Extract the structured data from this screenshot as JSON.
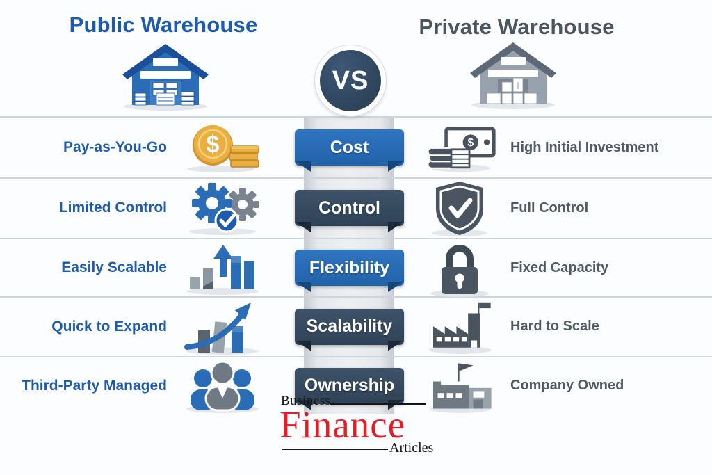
{
  "title_area": {
    "left_title": "Public Warehouse",
    "right_title": "Private Warehouse",
    "vs_label": "VS"
  },
  "rows": [
    {
      "left_label": "Pay-as-You-Go",
      "banner_label": "Cost",
      "right_label": "High Initial Investment",
      "left_icon": "gold-coins-icon",
      "right_icon": "banknote-coin-stack-icon",
      "banner_color": "#2a6cb4"
    },
    {
      "left_label": "Limited Control",
      "banner_label": "Control",
      "right_label": "Full Control",
      "left_icon": "gears-check-icon",
      "right_icon": "shield-check-icon",
      "banner_color": "#37495d"
    },
    {
      "left_label": "Easily Scalable",
      "banner_label": "Flexibility",
      "right_label": "Fixed Capacity",
      "left_icon": "growth-bars-up-arrow-icon",
      "right_icon": "padlock-icon",
      "banner_color": "#2a6cb4"
    },
    {
      "left_label": "Quick to Expand",
      "banner_label": "Scalability",
      "right_label": "Hard to Scale",
      "left_icon": "rising-bars-curve-arrow-icon",
      "right_icon": "factory-flag-icon",
      "banner_color": "#37495d"
    },
    {
      "left_label": "Third-Party Managed",
      "banner_label": "Ownership",
      "right_label": "Company Owned",
      "left_icon": "people-group-icon",
      "right_icon": "company-building-flag-icon",
      "banner_color": "#37495d"
    }
  ],
  "logo": {
    "top_word": "Business",
    "main_word": "Finance",
    "bottom_word": "Articles"
  },
  "colors": {
    "public_accent": "#1d5bad",
    "private_text": "#4b5560",
    "banner_blue": "#2a6cb4",
    "banner_navy": "#37495d",
    "vs_circle": "#2f4760",
    "divider": "#ccd4dd",
    "logo_red": "#e41e26",
    "coin_gold": "#eaaf43",
    "icon_slate": "#4a5561"
  }
}
